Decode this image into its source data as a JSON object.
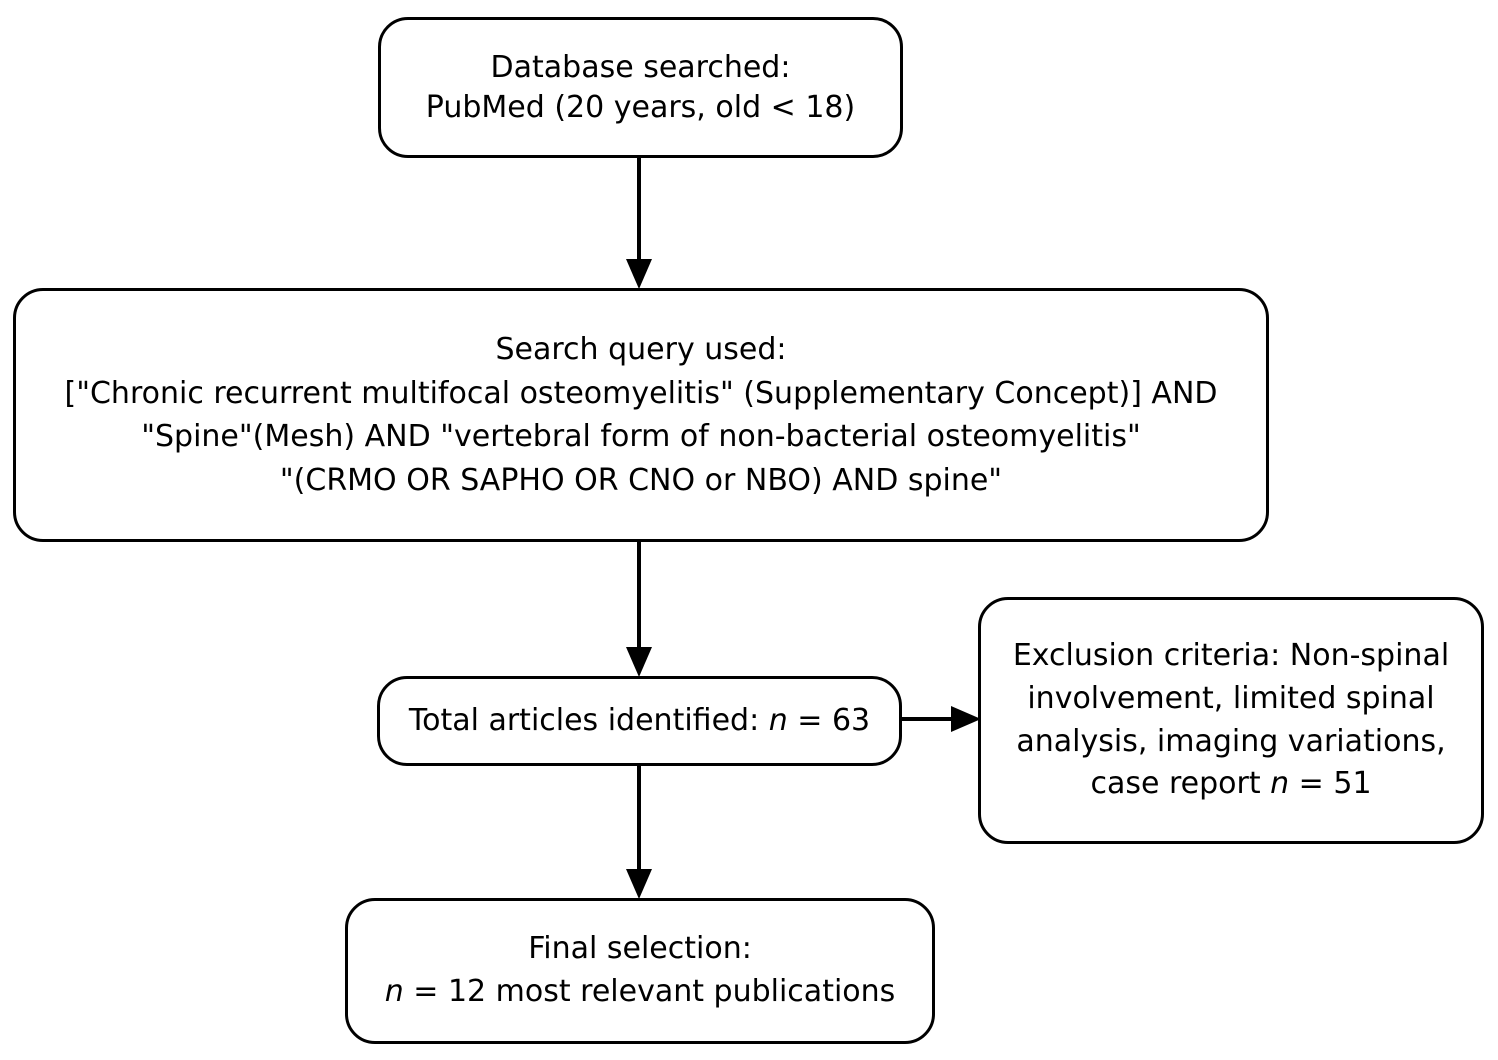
{
  "diagram": {
    "title": "Literature search and selection flowchart",
    "type": "flowchart",
    "orientation": "top-to-bottom",
    "style": {
      "node_fill": "#ffffff",
      "node_border": "#000000",
      "text_color": "#000000",
      "arrow_color": "#000000"
    }
  },
  "nodes": {
    "database": {
      "id": "database-searched",
      "lines": [
        "Database searched:",
        "PubMed (20 years, old < 18)"
      ]
    },
    "query": {
      "id": "search-query-used",
      "lines": [
        "Search query used:",
        "[\"Chronic recurrent multifocal osteomyelitis\" (Supplementary Concept)] AND",
        "\"Spine\"(Mesh) AND \"vertebral form of non-bacterial osteomyelitis\"",
        "\"(CRMO OR SAPHO OR CNO or NBO) AND spine\""
      ]
    },
    "total": {
      "id": "total-articles-identified",
      "label_prefix": "Total articles identified: ",
      "n_symbol": "n",
      "equals": " = ",
      "count": "63"
    },
    "exclusion": {
      "id": "exclusion-criteria",
      "lines": [
        "Exclusion criteria: Non-spinal",
        "involvement, limited spinal",
        "analysis, imaging variations,"
      ],
      "last_line_prefix": "case report ",
      "n_symbol": "n",
      "equals": " = ",
      "count": "51"
    },
    "final": {
      "id": "final-selection",
      "line1": "Final selection:",
      "n_symbol": "n",
      "equals": " = ",
      "count": "12",
      "line2_suffix": " most relevant publications"
    }
  },
  "edges": [
    {
      "id": "database-to-query",
      "from": "database",
      "to": "query",
      "direction": "down"
    },
    {
      "id": "query-to-total",
      "from": "query",
      "to": "total",
      "direction": "down"
    },
    {
      "id": "total-to-exclusion",
      "from": "total",
      "to": "exclusion",
      "direction": "right"
    },
    {
      "id": "total-to-final",
      "from": "total",
      "to": "final",
      "direction": "down"
    }
  ]
}
